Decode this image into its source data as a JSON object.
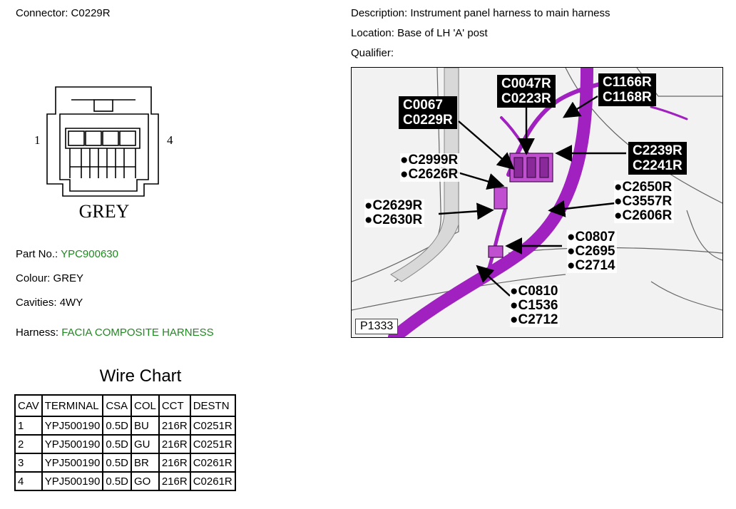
{
  "header": {
    "connector_label": "Connector:",
    "connector_value": "C0229R",
    "description_label": "Description:",
    "description_value": "Instrument panel harness to main harness",
    "location_label": "Location:",
    "location_value": "Base of LH 'A' post",
    "qualifier_label": "Qualifier:",
    "qualifier_value": ""
  },
  "connector_face": {
    "pin_left": "1",
    "pin_right": "4",
    "colour_text": "GREY"
  },
  "details": {
    "part_label": "Part No.:",
    "part_value": "YPC900630",
    "colour_label": "Colour:",
    "colour_value": "GREY",
    "cavities_label": "Cavities:",
    "cavities_value": "4WY",
    "harness_label": "Harness:",
    "harness_value": "FACIA COMPOSITE HARNESS"
  },
  "wire_chart": {
    "title": "Wire Chart",
    "headers": [
      "CAV",
      "TERMINAL",
      "CSA",
      "COL",
      "CCT",
      "DESTN"
    ],
    "rows": [
      [
        "1",
        "YPJ500190",
        "0.5D",
        "BU",
        "216R",
        "C0251R"
      ],
      [
        "2",
        "YPJ500190",
        "0.5D",
        "GU",
        "216R",
        "C0251R"
      ],
      [
        "3",
        "YPJ500190",
        "0.5D",
        "BR",
        "216R",
        "C0261R"
      ],
      [
        "4",
        "YPJ500190",
        "0.5D",
        "GO",
        "216R",
        "C0261R"
      ]
    ]
  },
  "location_picture": {
    "callouts": {
      "c0067": [
        "C0067",
        "C0229R"
      ],
      "c0047": [
        "C0047R",
        "C0223R"
      ],
      "c1166": [
        "C1166R",
        "C1168R"
      ],
      "c2239": [
        "C2239R",
        "C2241R"
      ]
    },
    "bullets": {
      "group1": [
        "●C2999R",
        "●C2626R"
      ],
      "group2": [
        "●C2629R",
        "●C2630R"
      ],
      "group3": [
        "●C2650R",
        "●C3557R",
        "●C2606R"
      ],
      "group4": [
        "●C0807",
        "●C2695",
        "●C2714"
      ],
      "group5": [
        "●C0810",
        "●C1536",
        "●C2712"
      ]
    },
    "figure_id": "P1333",
    "harness_color": "#a020c0"
  },
  "colors": {
    "green_link": "#1f8a1f"
  }
}
